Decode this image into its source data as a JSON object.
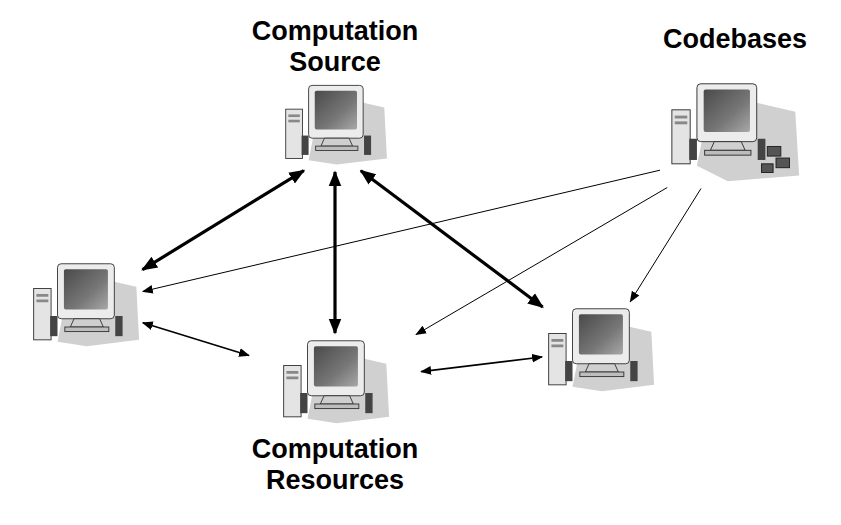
{
  "diagram": {
    "nodes": [
      {
        "text": [
          "Computation Source"
        ]
      },
      {
        "text": [
          "Codebases"
        ]
      },
      {
        "text": []
      },
      {
        "text": []
      },
      {
        "text": [
          "Computation Resources"
        ]
      }
    ],
    "edges": [
      {
        "from": 0,
        "to": 2,
        "arrow": "both"
      },
      {
        "from": 0,
        "to": 4,
        "arrow": "both"
      },
      {
        "from": 0,
        "to": 3,
        "arrow": "both"
      },
      {
        "from": 1,
        "to": 2,
        "arrow": "to"
      },
      {
        "from": 1,
        "to": 4,
        "arrow": "to"
      },
      {
        "from": 1,
        "to": 3,
        "arrow": "to"
      },
      {
        "from": 2,
        "to": 4,
        "arrow": "both"
      },
      {
        "from": 4,
        "to": 3,
        "arrow": "both"
      }
    ]
  }
}
